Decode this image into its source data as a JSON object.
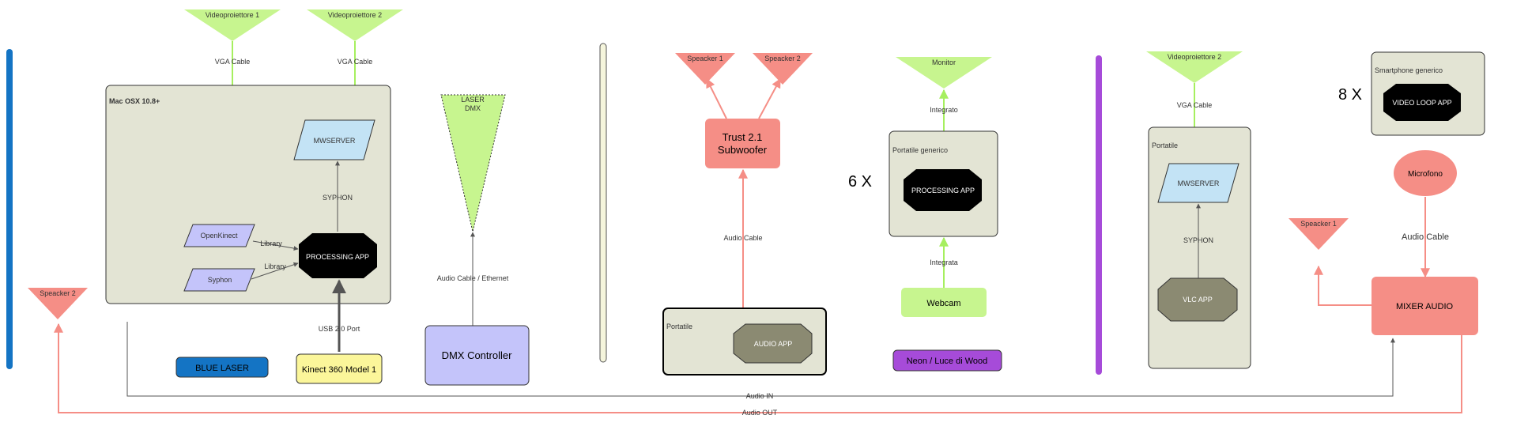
{
  "colors": {
    "green_tri": "#c7f58f",
    "red_tri": "#f58e86",
    "box_beige": "#e3e4d4",
    "blue_bar": "#1474c4",
    "cream_bar": "#f5f5dc",
    "purple_bar": "#a64bd9",
    "light_blue": "#c3e3f5",
    "lavender": "#c4c4fa",
    "olive": "#8b8a72",
    "red_line": "#f58e86",
    "gray_line": "#555555",
    "green_line": "#a6ef5f"
  },
  "section1": {
    "projector1": "Videoproiettore 1",
    "projector2": "Videoproiettore 2",
    "vga1": "VGA Cable",
    "vga2": "VGA Cable",
    "mac_title": "Mac OSX 10.8+",
    "mwserver": "MWSERVER",
    "syphon_link": "SYPHON",
    "openkinect": "OpenKinect",
    "syphon": "Syphon",
    "library1": "Library",
    "library2": "Library",
    "processing": "PROCESSING APP",
    "usb": "USB 2.0 Port",
    "kinect": "Kinect 360 Model 1",
    "blue_laser": "BLUE LASER",
    "laser_dmx_1": "LASER",
    "laser_dmx_2": "DMX",
    "audio_ethernet": "Audio Cable / Ethernet",
    "dmx_controller": "DMX Controller",
    "speaker2": "Speacker 2"
  },
  "section2": {
    "speaker1": "Speacker 1",
    "speaker2": "Speacker 2",
    "trust_1": "Trust 2.1",
    "trust_2": "Subwoofer",
    "audio_cable": "Audio Cable",
    "portatile": "Portatile",
    "audio_app": "AUDIO APP"
  },
  "section3": {
    "monitor": "Monitor",
    "integrato1": "Integrato",
    "portatile_generico": "Portatile generico",
    "multiplier": "6 X",
    "processing": "PROCESSING APP",
    "integrata": "Integrata",
    "webcam": "Webcam",
    "neon": "Neon / Luce di Wood"
  },
  "section4": {
    "projector2": "Videoproiettore 2",
    "vga": "VGA Cable",
    "portatile": "Portatile",
    "mwserver": "MWSERVER",
    "syphon_link": "SYPHON",
    "vlc": "VLC APP"
  },
  "section5": {
    "multiplier": "8 X",
    "smartphone": "Smartphone generico",
    "video_loop": "VIDEO LOOP APP",
    "microfono": "Microfono",
    "audio_cable": "Audio Cable",
    "speaker1": "Speacker 1",
    "mixer": "MIXER AUDIO"
  },
  "bottom": {
    "audio_in": "Audio IN",
    "audio_out": "Audio OUT"
  }
}
